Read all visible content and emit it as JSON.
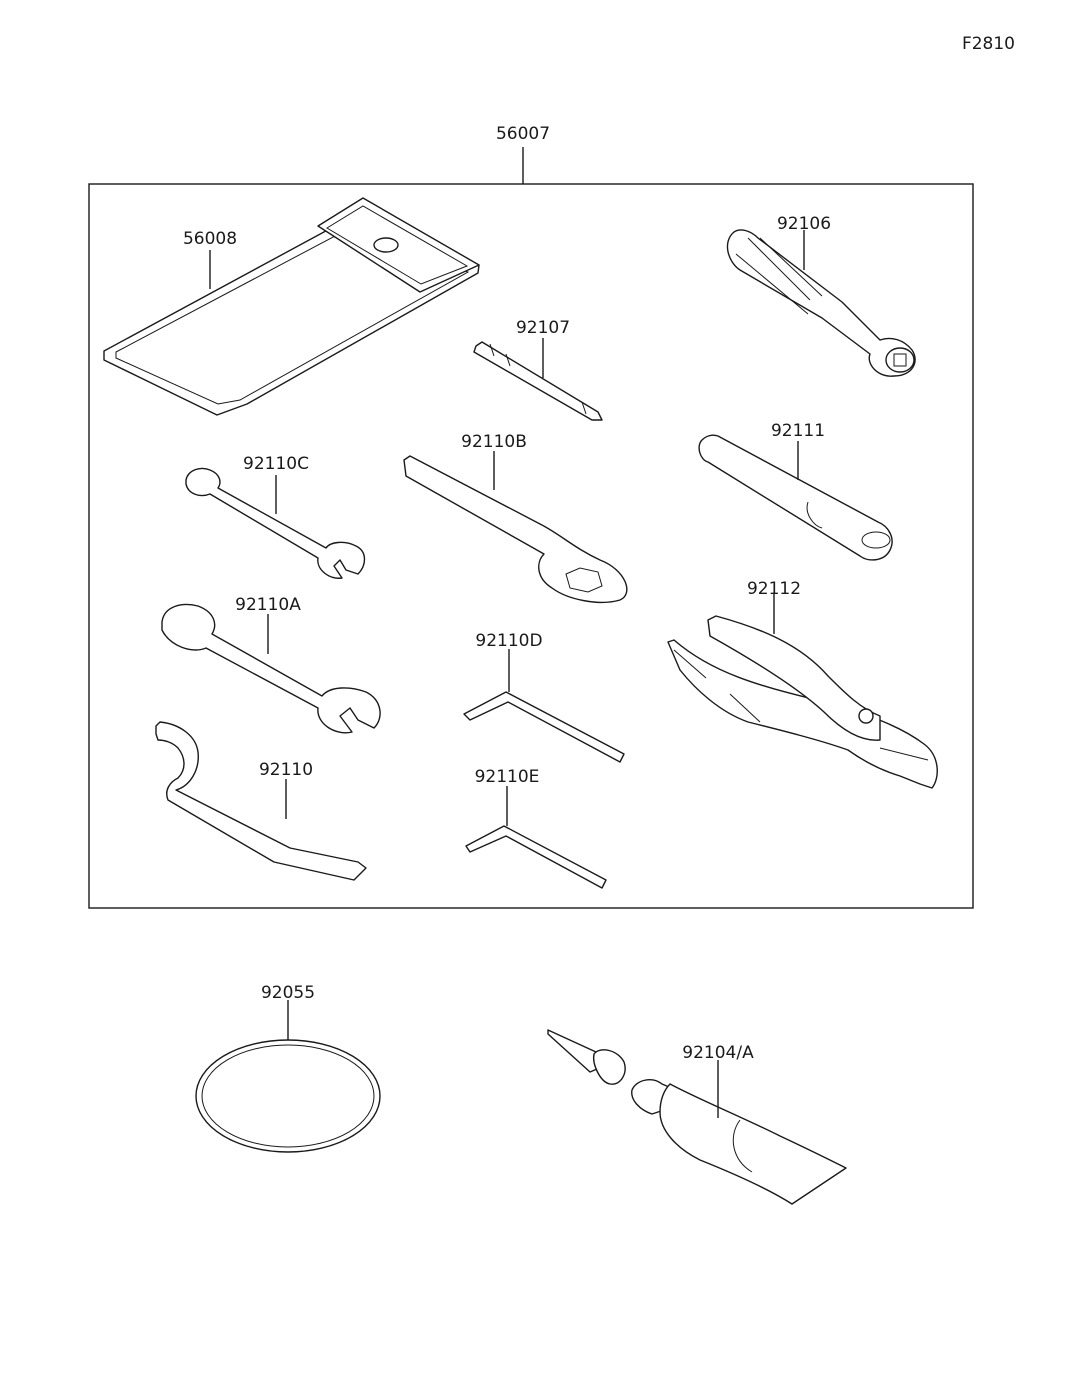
{
  "diagram_code": "F2810",
  "kit": {
    "part_no": "56007"
  },
  "parts": {
    "case": "56008",
    "grip": "92106",
    "screwdriver_bit": "92107",
    "wrench_c": "92110C",
    "box_wrench_b": "92110B",
    "extension": "92111",
    "wrench_a": "92110A",
    "hex_key_d": "92110D",
    "pliers": "92112",
    "spanner": "92110",
    "hex_key_e": "92110E",
    "o_ring": "92055",
    "repair_kit": "92104/A"
  }
}
